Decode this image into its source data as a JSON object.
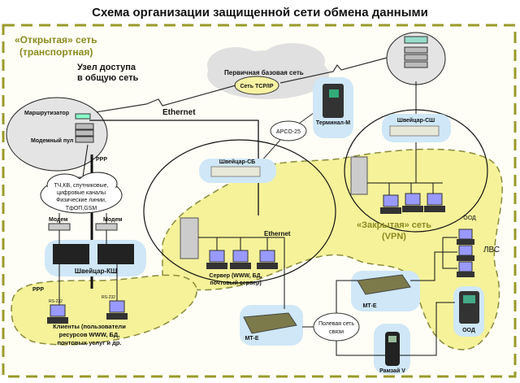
{
  "title": "Схема организации защищенной сети обмена данными",
  "zones": {
    "open_network": {
      "line1": "«Открытая» сеть",
      "line2": "(транспортная)"
    },
    "closed_network": {
      "line1": "«Закрытая» сеть",
      "line2": "(VPN)"
    }
  },
  "access_node": {
    "line1": "Узел доступа",
    "line2": "в общую сеть"
  },
  "primary_network": {
    "label": "Первичная базовая сеть",
    "tcpip": "Сеть TCP/IP"
  },
  "left_node": {
    "router": "Маршрутизатор",
    "modem_pool": "Модемный пул",
    "ppp_top": "PPP",
    "ppp_bottom": "PPP"
  },
  "ethernet_top": "Ethernet",
  "ethernet_mid": "Ethernet",
  "channels_cloud": {
    "line1": "ТЧ,КВ, спутниковые,",
    "line2": "цифровые каналы",
    "line3": "Физические линии,",
    "line4": "ТфОП,GSM"
  },
  "modems": [
    "Модем",
    "Модем"
  ],
  "shveitsar_ksh": "Швейцар-КШ",
  "rs232": [
    "RS-232",
    "RS-232"
  ],
  "clients": {
    "line1": "Клиенты (пользователи",
    "line2": "ресурсов WWW, БД,",
    "line3": "почтовых услуг и др."
  },
  "apco": "APCO-25",
  "terminal_m": "Терминал-М",
  "shveitsar_sb": "Швейцар-СБ",
  "shveitsar_sh": "Швейцар-СШ",
  "server": {
    "line1": "Сервер (WWW, БД,",
    "line2": "почтовый сервер)"
  },
  "ood_top": "ООД",
  "lvs": "ЛВС",
  "mt_e": [
    "МТ-Е",
    "МТ-Е"
  ],
  "field_network": {
    "line1": "Полевая сеть",
    "line2": "связи"
  },
  "ramzai": "Рамзай V",
  "ood_bottom": "ООД",
  "colors": {
    "open_border": "#9a9a2a",
    "closed_fill": "#f5f29a",
    "device_glow": "#cfe7f7",
    "cloud": "#e0e0e0",
    "tcpip_fill": "#f7f3a3"
  }
}
